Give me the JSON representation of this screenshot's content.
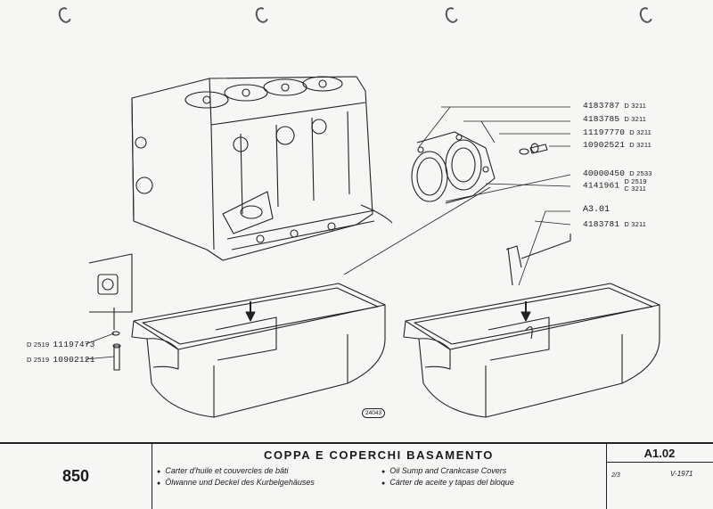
{
  "callouts_right": [
    {
      "part": "4183787",
      "code": "D 3211"
    },
    {
      "part": "4183785",
      "code": "D 3211"
    },
    {
      "part": "11197770",
      "code": "D 3211"
    },
    {
      "part": "10902521",
      "code": "D 3211"
    },
    {
      "part": "40000450",
      "code": "D 2533"
    },
    {
      "part": "4141961",
      "code_top": "D 2519",
      "code_bottom": "C 3211"
    }
  ],
  "reference_a301": "A3.01",
  "callout_4183781": {
    "part": "4183781",
    "code": "D 3211"
  },
  "callouts_left": [
    {
      "code": "D 2519",
      "part": "11197473"
    },
    {
      "code": "D 2519",
      "part": "10902121"
    }
  ],
  "drawing_number": "24043",
  "footer": {
    "model": "850",
    "title": "COPPA E COPERCHI BASAMENTO",
    "fr": "Carter d'huile et couvercles de bâti",
    "de": "Ölwanne und Deckel des Kurbelgehäuses",
    "en": "Oil Sump and Crankcase Covers",
    "es": "Cárter de aceite y tapas del bloque",
    "code": "A1.02",
    "sheet": "2/3",
    "date": "V-1971"
  }
}
